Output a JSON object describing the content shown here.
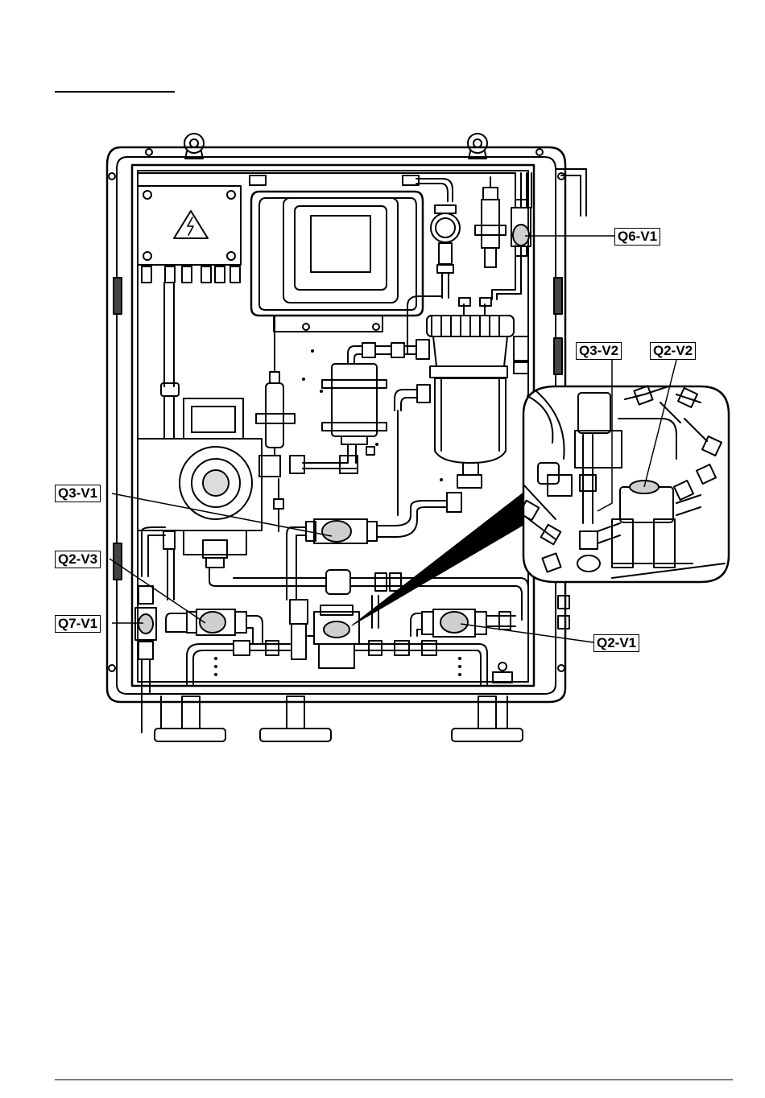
{
  "diagram": {
    "callouts": {
      "q6_v1": "Q6-V1",
      "q3_v2": "Q3-V2",
      "q2_v2": "Q2-V2",
      "q3_v1": "Q3-V1",
      "q2_v3": "Q2-V3",
      "q7_v1": "Q7-V1",
      "q2_v1": "Q2-V1"
    }
  }
}
